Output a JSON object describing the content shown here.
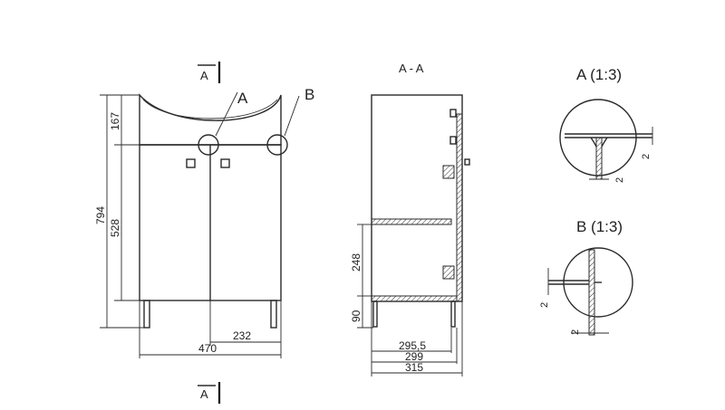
{
  "section_marks": {
    "top": "A",
    "bottom": "A"
  },
  "front_view": {
    "callout_a": "A",
    "callout_b": "B",
    "dim_total_height": "794",
    "dim_top_height": "167",
    "dim_body_height": "528",
    "dim_half_width": "232",
    "dim_total_width": "470"
  },
  "section_view": {
    "title": "A - A",
    "dim_shelf": "248",
    "dim_plinth": "90",
    "dim_depth_inner": "295,5",
    "dim_depth_mid": "299",
    "dim_depth_total": "315"
  },
  "detail_a": {
    "title": "A (1:3)",
    "dim_vertical": "2",
    "dim_horizontal": "2"
  },
  "detail_b": {
    "title": "B (1:3)",
    "dim_vertical": "2",
    "dim_horizontal": "2"
  }
}
